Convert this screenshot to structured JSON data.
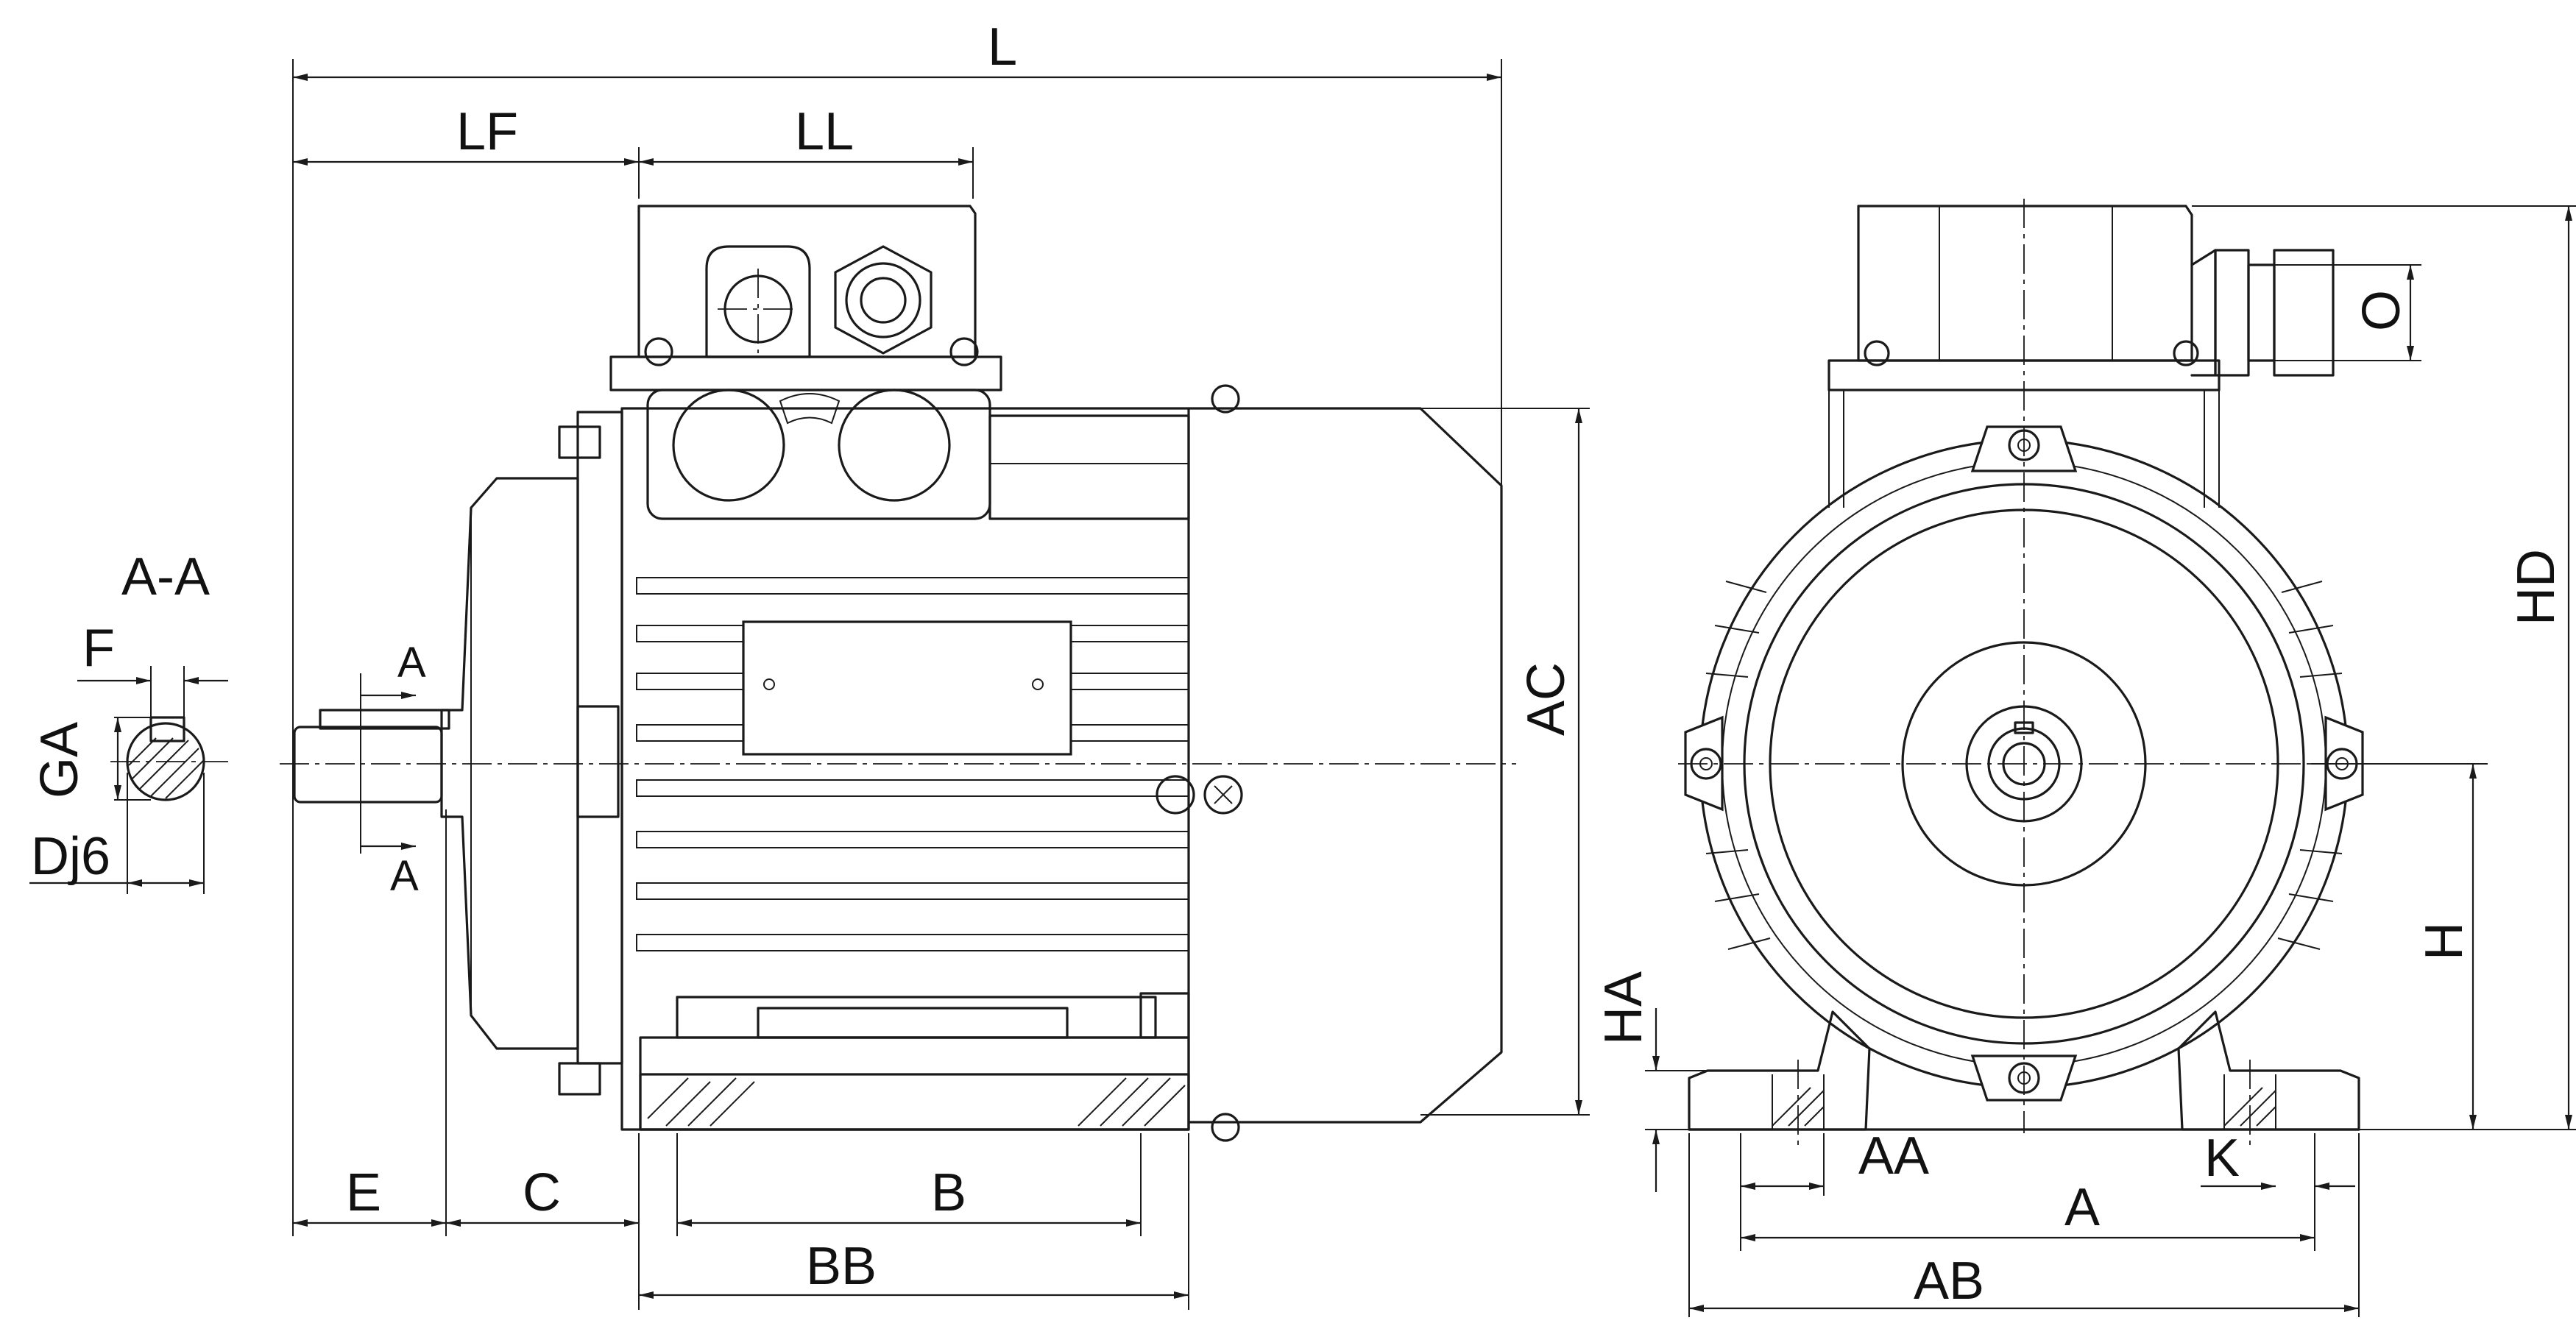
{
  "labels": {
    "L": "L",
    "LF": "LF",
    "LL": "LL",
    "AC": "AC",
    "HD": "HD",
    "O": "O",
    "H": "H",
    "HA": "HA",
    "AA": "AA",
    "K": "K",
    "A": "A",
    "AB": "AB",
    "B": "B",
    "BB": "BB",
    "C": "C",
    "E": "E",
    "section": "A-A",
    "F": "F",
    "GA": "GA",
    "Dj6": "Dj6",
    "cut_mark": "A"
  }
}
